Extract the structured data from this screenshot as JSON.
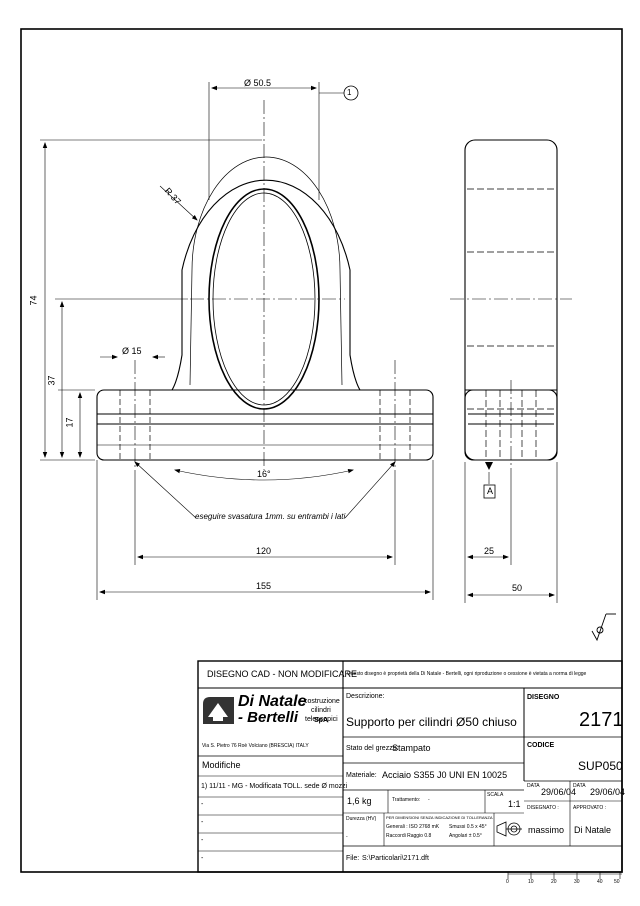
{
  "dimensions": {
    "dia_hole": "Ø 50.5",
    "radius": "R 37",
    "height_total": "74",
    "height_center": "37",
    "base_height": "17",
    "dia_mount": "Ø 15",
    "angle": "16°",
    "note": "eseguire svasatura 1mm. su entrambi i lati",
    "dist_holes": "120",
    "width_total": "155",
    "side_inner": "25",
    "side_total": "50",
    "balloon": "1",
    "datum": "A"
  },
  "title_block": {
    "cad_notice": "DISEGNO CAD - NON MODIFICARE",
    "property_notice": "Questo disegno è proprietà della Di Natale - Bertelli, ogni riproduzione o cessione è vietata a norma di legge",
    "company_name_1": "Di Natale",
    "company_name_2": "- Bertelli",
    "company_suffix": "SpA",
    "company_tagline_1": "costruzione",
    "company_tagline_2": "cilindri",
    "company_tagline_3": "telescopici",
    "company_address": "Via S. Pietro 76   Roè Volciano (BRESCIA)   ITALY",
    "description_label": "Descrizione:",
    "description": "Supporto per cilindri Ø50 chiuso",
    "drawing_label": "DISEGNO",
    "drawing_number": "2171",
    "state_label": "Stato del grezzo:",
    "state_value": "Stampato",
    "code_label": "CODICE",
    "code_value": "SUP050",
    "modifications_label": "Modifiche",
    "modification_1": "1) 11/11 - MG - Modificata TOLL. sede Ø mozzi",
    "dash": "-",
    "material_label": "Materiale:",
    "material_value": "Acciaio S355 J0 UNI EN 10025",
    "weight": "1,6 kg",
    "treatment_label": "Trattamento:",
    "treatment_value": "-",
    "scale_label": "SCALA",
    "scale_value": "1:1",
    "date_label": "DATA",
    "date_1": "29/06/04",
    "date_2": "29/06/04",
    "hardness_label": "Durezza (HV)",
    "tol_header": "PER DIMENSIONI SENZA INDICAZIONE DI TOLLERANZA",
    "tol_general": "Generali : ISO 2768 mK",
    "tol_chamfer": "Smussi 0.5 x 45°",
    "tol_fillet": "Raccordi Raggio 0.8",
    "tol_angle": "Angolari ± 0.5°",
    "drawn_label": "DISEGNATO :",
    "drawn_by": "massimo",
    "approved_label": "APPROVATO :",
    "approved_by": "Di Natale",
    "file_label": "File:",
    "file_path": "S:\\Particolari\\2171.dft"
  },
  "scale_ruler": [
    "0",
    "10",
    "20",
    "30",
    "40",
    "50"
  ]
}
